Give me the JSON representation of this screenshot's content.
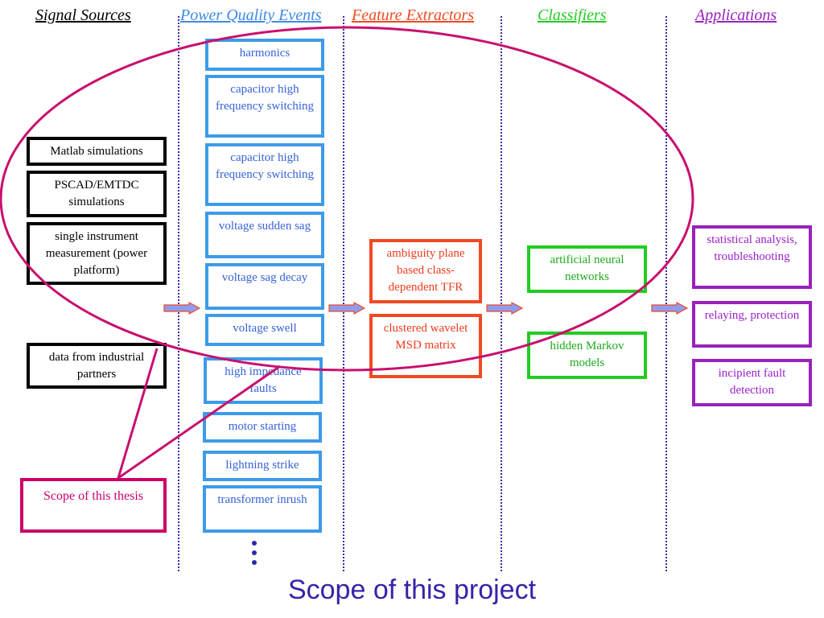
{
  "headers": {
    "signal_sources": "Signal Sources",
    "power_quality_events": "Power Quality Events",
    "feature_extractors": "Feature Extractors",
    "classifiers": "Classifiers",
    "applications": "Applications"
  },
  "signal_sources": [
    "Matlab simulations",
    "PSCAD/EMTDC simulations",
    "single instrument measurement (power platform)",
    "data from industrial partners"
  ],
  "power_quality_events": [
    "harmonics",
    "capacitor high frequency switching",
    "capacitor high frequency switching",
    "voltage sudden sag",
    "voltage sag decay",
    "voltage swell",
    "high impedance faults",
    "motor starting",
    "lightning strike",
    "transformer inrush"
  ],
  "feature_extractors": [
    "ambiguity plane based class-dependent TFR",
    "clustered wavelet MSD matrix"
  ],
  "classifiers": [
    "artificial neural networks",
    "hidden Markov models"
  ],
  "applications": [
    "statistical analysis, troubleshooting",
    "relaying, protection",
    "incipient fault detection"
  ],
  "thesis_label": "Scope of this thesis",
  "project_label": "Scope of this project",
  "colors": {
    "signal_sources": "#000000",
    "power_quality_events": "#3d9be9",
    "feature_extractors": "#f04a23",
    "classifiers": "#22cc22",
    "applications": "#9922bb",
    "thesis_scope": "#cc0066",
    "dividers": "#3a2aa8",
    "project_label": "#3a22a8",
    "arrow_fill": "#8e9cf0",
    "arrow_stroke": "#f04a23"
  }
}
